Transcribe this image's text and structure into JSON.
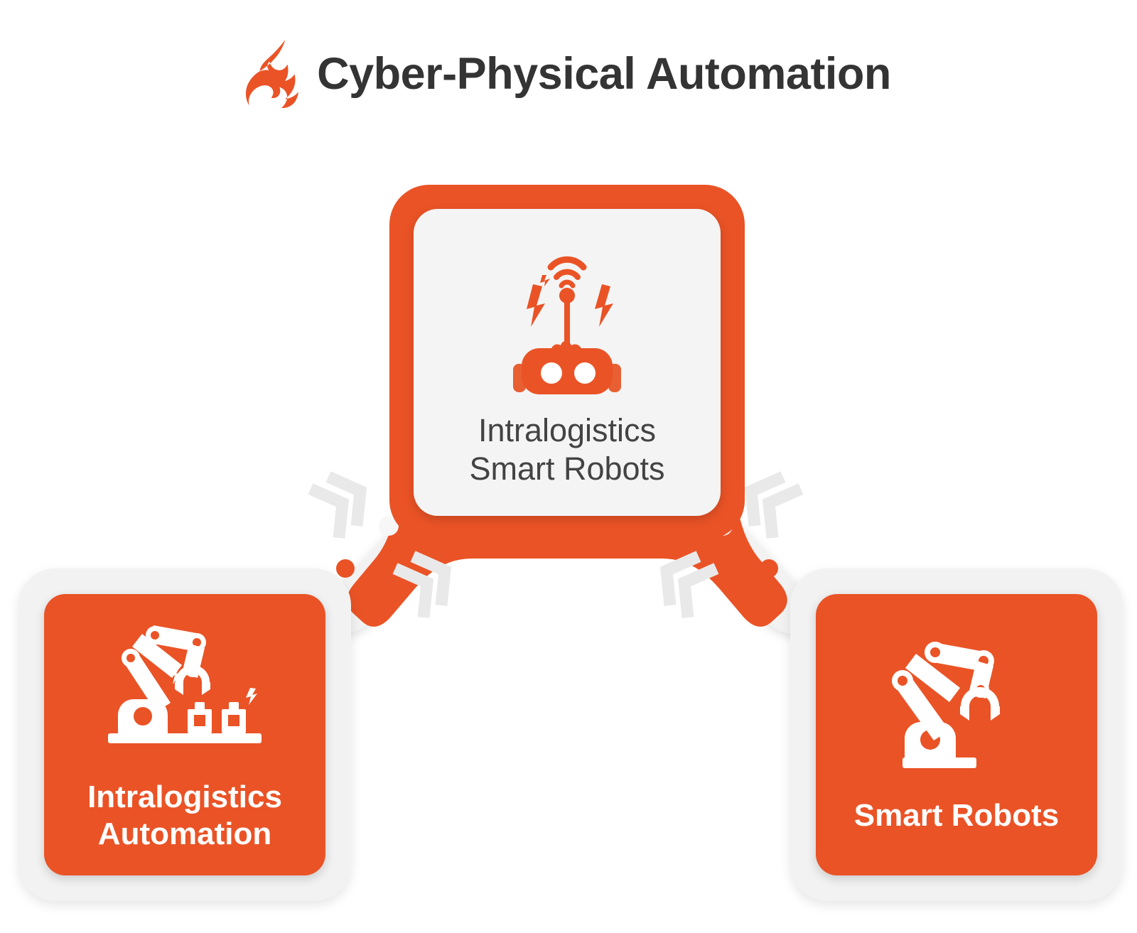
{
  "header": {
    "title": "Cyber-Physical Automation",
    "logo_icon": "flame-icon",
    "title_color": "#343434"
  },
  "theme": {
    "accent": "#ea5326",
    "panel_light": "#f4f4f4",
    "frame_light": "#f2f2f2",
    "chevron": "#e9e9e9",
    "background": "#ffffff",
    "text_dark": "#434343",
    "text_light": "#ffffff"
  },
  "diagram": {
    "type": "hub-and-spoke",
    "nodes": [
      {
        "id": "top",
        "label": "Intralogistics\nSmart Robots",
        "icon": "smart-robot-head-icon",
        "style": "orange-frame-light-panel",
        "position": "top-center"
      },
      {
        "id": "left",
        "label": "Intralogistics\nAutomation",
        "icon": "robot-arm-with-boxes-icon",
        "style": "light-frame-orange-panel",
        "position": "bottom-left"
      },
      {
        "id": "right",
        "label": "Smart Robots",
        "icon": "robot-arm-icon",
        "style": "light-frame-orange-panel",
        "position": "bottom-right"
      }
    ],
    "connectors": [
      {
        "from": "top",
        "to": "left",
        "decoration": "double-chevron"
      },
      {
        "from": "top",
        "to": "right",
        "decoration": "double-chevron"
      }
    ]
  }
}
